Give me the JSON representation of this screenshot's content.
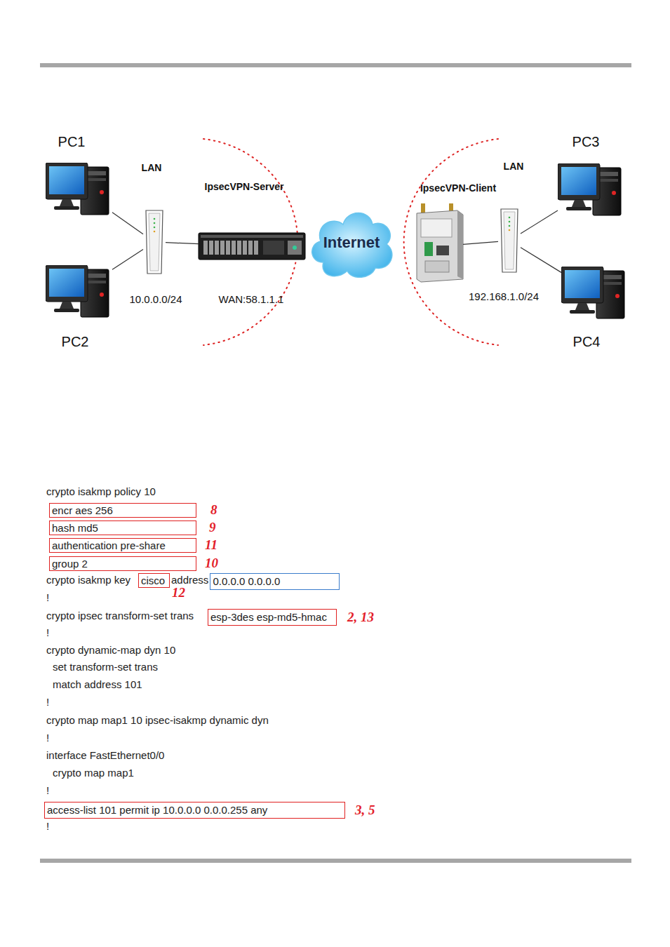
{
  "diagram": {
    "nodes": [
      {
        "text": [
          "PC1"
        ]
      },
      {
        "text": [
          "PC2"
        ]
      },
      {
        "text": [
          "LAN",
          "10.0.0.0/24"
        ]
      },
      {
        "text": [
          "IpsecVPN-Server",
          "WAN:58.1.1.1"
        ]
      },
      {
        "text": [
          "Internet"
        ]
      },
      {
        "text": [
          "IpsecVPN-Client"
        ]
      },
      {
        "text": [
          "LAN",
          "192.168.1.0/24"
        ]
      },
      {
        "text": [
          "PC3"
        ]
      },
      {
        "text": [
          "PC4"
        ]
      },
      {
        "text": [
          "encr aes 256"
        ]
      },
      {
        "text": [
          "hash md5"
        ]
      },
      {
        "text": [
          "authentication pre-share"
        ]
      },
      {
        "text": [
          "group 2"
        ]
      },
      {
        "text": [
          "cisco"
        ]
      },
      {
        "text": [
          "0.0.0.0 0.0.0.0"
        ]
      },
      {
        "text": [
          "esp-3des esp-md5-hmac"
        ]
      },
      {
        "text": [
          "access-list 101 permit ip 10.0.0.0 0.0.0.255 any"
        ]
      }
    ],
    "edges": [
      {
        "from": 0,
        "to": 2,
        "arrow": "none"
      },
      {
        "from": 1,
        "to": 2,
        "arrow": "none"
      },
      {
        "from": 2,
        "to": 3,
        "arrow": "none"
      },
      {
        "from": 5,
        "to": 6,
        "arrow": "none"
      },
      {
        "from": 6,
        "to": 7,
        "arrow": "none"
      },
      {
        "from": 6,
        "to": 8,
        "arrow": "none"
      }
    ],
    "labels": [
      "crypto isakmp policy 10",
      "8",
      "9",
      "11",
      "10",
      "crypto isakmp key",
      "address",
      "12",
      "!",
      "crypto ipsec transform-set trans",
      "2, 13",
      "!",
      "crypto dynamic-map dyn 10",
      "set transform-set trans",
      "match address 101",
      "!",
      "crypto map map1 10 ipsec-isakmp dynamic dyn",
      "!",
      "interface FastEthernet0/0",
      "crypto map map1",
      "!",
      "3, 5",
      "!"
    ]
  }
}
